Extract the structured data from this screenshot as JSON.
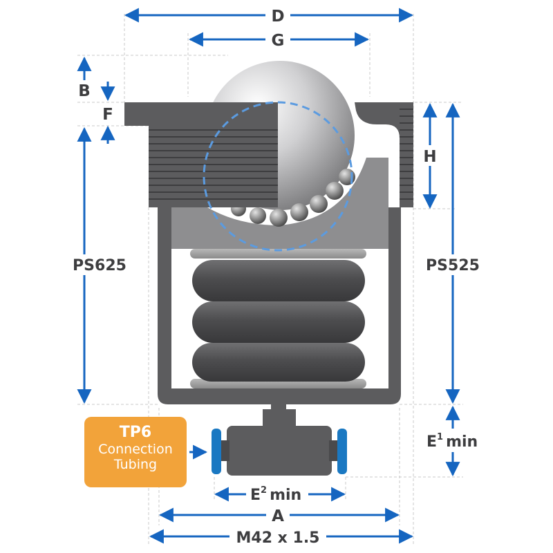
{
  "dimensions": {
    "D": "D",
    "G": "G",
    "B": "B",
    "F": "F",
    "H": "H",
    "PS625": "PS625",
    "PS525": "PS525",
    "E1": "E",
    "E1_sup": "1",
    "E1_suffix": "min",
    "E2": "E",
    "E2_sup": "2",
    "E2_suffix": "min",
    "A": "A",
    "thread": "M42 x 1.5"
  },
  "callout": {
    "code": "TP6",
    "line1": "Connection",
    "line2": "Tubing"
  },
  "colors": {
    "body": "#5c5c5e",
    "dark": "#3d3d3f",
    "arrow": "#1565c0",
    "callout": "#f2a33a",
    "fitting": "#1a78c2",
    "circle": "#5b9be0",
    "plate": "#8d8d8d"
  }
}
